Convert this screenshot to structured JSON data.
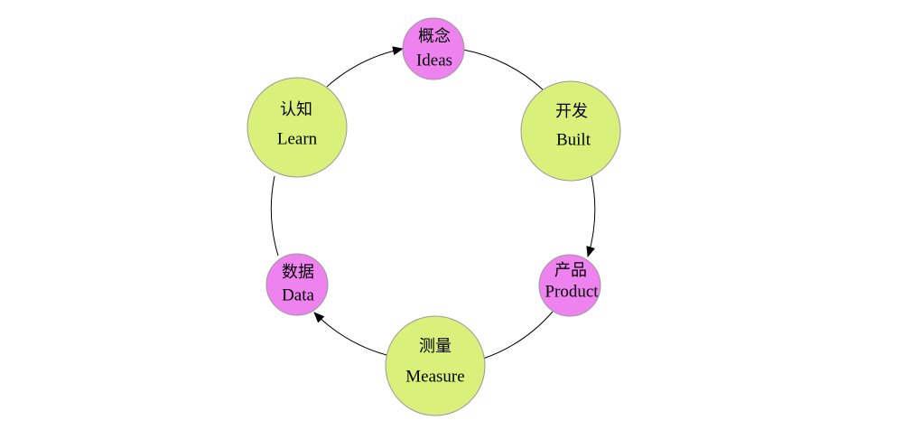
{
  "colors": {
    "large_node": "#d9f07a",
    "small_node": "#ee82ee",
    "cycle_line": "#000000",
    "node_border": "#999999"
  },
  "nodes": [
    {
      "id": "ideas",
      "cn": "概念",
      "en": "Ideas",
      "kind": "small"
    },
    {
      "id": "built",
      "cn": "开发",
      "en": "Built",
      "kind": "large"
    },
    {
      "id": "product",
      "cn": "产品",
      "en": "Product",
      "kind": "small"
    },
    {
      "id": "measure",
      "cn": "测量",
      "en": "Measure",
      "kind": "large"
    },
    {
      "id": "data",
      "cn": "数据",
      "en": "Data",
      "kind": "small"
    },
    {
      "id": "learn",
      "cn": "认知",
      "en": "Learn",
      "kind": "large"
    }
  ],
  "cycle": {
    "direction": "clockwise",
    "arrowheads": [
      "learn-to-ideas",
      "built-to-product",
      "measure-to-data"
    ]
  }
}
